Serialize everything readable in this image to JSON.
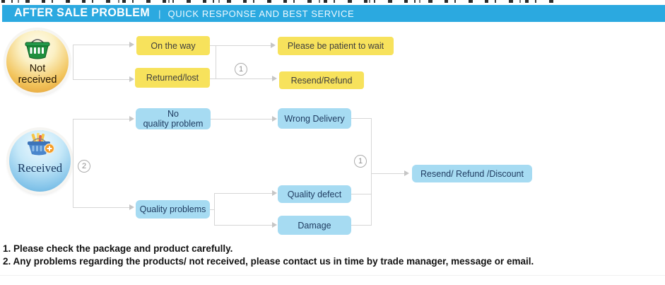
{
  "header": {
    "title": "AFTER SALE PROBLEM",
    "separator": "|",
    "subtitle": "QUICK RESPONSE AND BEST SERVICE"
  },
  "start": {
    "not_received": {
      "line1": "Not",
      "line2": "received"
    },
    "received": {
      "label": "Received"
    }
  },
  "markers": {
    "branch_not_received": "1",
    "branch_received": "2",
    "merge_received": "1"
  },
  "nodes": {
    "on_the_way": {
      "label": "On the way"
    },
    "returned_lost": {
      "label": "Returned/lost"
    },
    "please_wait": {
      "label": "Please be patient to wait"
    },
    "resend_refund": {
      "label": "Resend/Refund"
    },
    "no_quality_problem": {
      "line1": "No",
      "line2": "quality problem"
    },
    "quality_problems": {
      "label": "Quality problems"
    },
    "wrong_delivery": {
      "label": "Wrong Delivery"
    },
    "quality_defect": {
      "label": "Quality defect"
    },
    "damage": {
      "label": "Damage"
    },
    "resend_refund_discount": {
      "label": "Resend/ Refund /Discount"
    }
  },
  "notes": {
    "line1": "1. Please check the package and product carefully.",
    "line2": "2. Any problems regarding the products/ not received, please contact us in time by trade manager, message or email."
  },
  "icons": {
    "not_received_icon": "green-basket-icon",
    "received_icon": "blue-basket-plus-icon"
  },
  "colors": {
    "header_bar": "#2BA9E0",
    "yellow_node": "#F7E25C",
    "blue_node": "#A6DBF2",
    "line": "#D6D6D6",
    "navy_text": "#1E3A5F"
  }
}
